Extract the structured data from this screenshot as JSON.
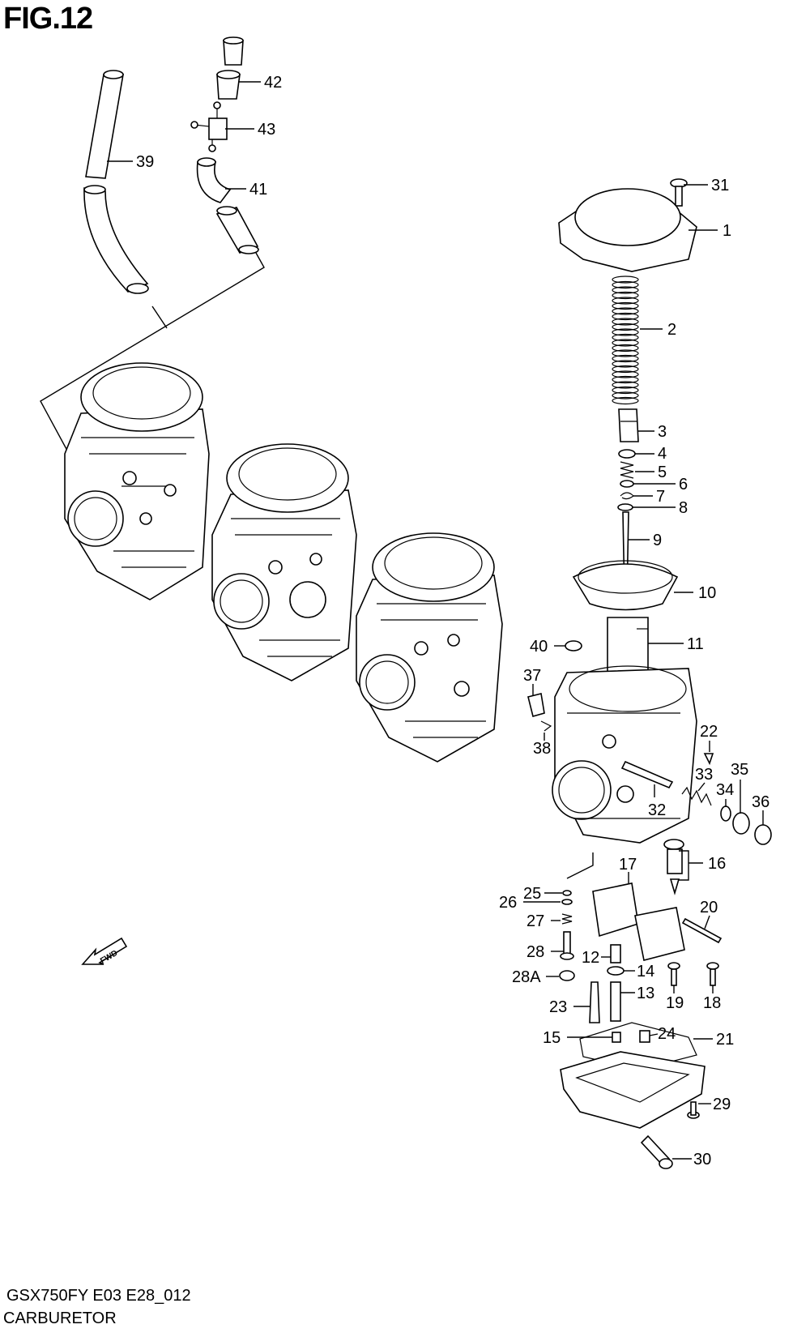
{
  "figure": {
    "title": "FIG.12"
  },
  "footer": {
    "model_code": "GSX750FY E03 E28_012",
    "assembly_name": "CARBURETOR"
  },
  "fwd_badge": {
    "text": "FWD"
  },
  "callouts": [
    {
      "id": "c42",
      "text": "42"
    },
    {
      "id": "c43",
      "text": "43"
    },
    {
      "id": "c39",
      "text": "39"
    },
    {
      "id": "c41",
      "text": "41"
    },
    {
      "id": "c31",
      "text": "31"
    },
    {
      "id": "c1",
      "text": "1"
    },
    {
      "id": "c2",
      "text": "2"
    },
    {
      "id": "c3",
      "text": "3"
    },
    {
      "id": "c4",
      "text": "4"
    },
    {
      "id": "c5",
      "text": "5"
    },
    {
      "id": "c6",
      "text": "6"
    },
    {
      "id": "c7",
      "text": "7"
    },
    {
      "id": "c8",
      "text": "8"
    },
    {
      "id": "c9",
      "text": "9"
    },
    {
      "id": "c10",
      "text": "10"
    },
    {
      "id": "c40",
      "text": "40"
    },
    {
      "id": "c11",
      "text": "11"
    },
    {
      "id": "c37",
      "text": "37"
    },
    {
      "id": "c22",
      "text": "22"
    },
    {
      "id": "c38",
      "text": "38"
    },
    {
      "id": "c33",
      "text": "33"
    },
    {
      "id": "c35",
      "text": "35"
    },
    {
      "id": "c34",
      "text": "34"
    },
    {
      "id": "c36",
      "text": "36"
    },
    {
      "id": "c32",
      "text": "32"
    },
    {
      "id": "c17",
      "text": "17"
    },
    {
      "id": "c16",
      "text": "16"
    },
    {
      "id": "c25",
      "text": "25"
    },
    {
      "id": "c26",
      "text": "26"
    },
    {
      "id": "c20",
      "text": "20"
    },
    {
      "id": "c27",
      "text": "27"
    },
    {
      "id": "c28",
      "text": "28"
    },
    {
      "id": "c12",
      "text": "12"
    },
    {
      "id": "c14",
      "text": "14"
    },
    {
      "id": "c28a",
      "text": "28A"
    },
    {
      "id": "c13",
      "text": "13"
    },
    {
      "id": "c19",
      "text": "19"
    },
    {
      "id": "c18",
      "text": "18"
    },
    {
      "id": "c23",
      "text": "23"
    },
    {
      "id": "c15",
      "text": "15"
    },
    {
      "id": "c24",
      "text": "24"
    },
    {
      "id": "c21",
      "text": "21"
    },
    {
      "id": "c29",
      "text": "29"
    },
    {
      "id": "c30",
      "text": "30"
    }
  ]
}
